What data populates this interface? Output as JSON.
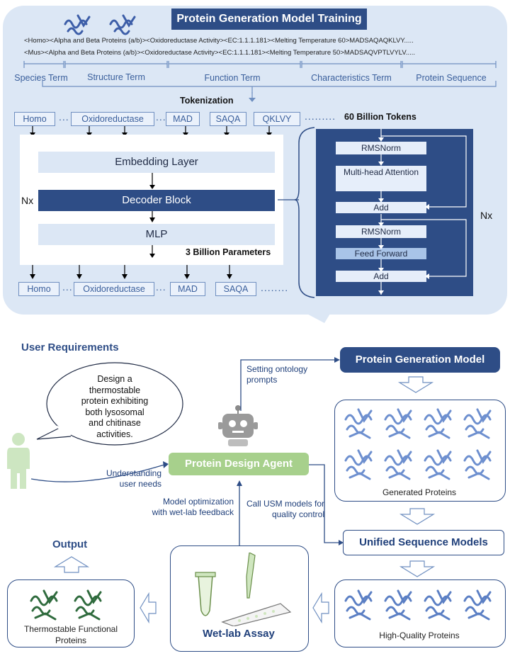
{
  "training": {
    "title": "Protein Generation Model Training",
    "seq_line1": "<Homo><Alpha and Beta Proteins (a/b)><Oxidoreductase Activity><EC:1.1.1.181><Melting Temperature 60>MADSAQAQKLVY.....",
    "seq_line2": "<Mus><Alpha and Beta Proteins (a/b)><Oxidoreductase Activity><EC:1.1.1.181><Melting Temperature 50>MADSAQVPTLVYLV.....",
    "terms": [
      "Species Term",
      "Structure Term",
      "Function Term",
      "Characteristics Term",
      "Protein Sequence"
    ],
    "tokenization_label": "Tokenization",
    "input_tokens": [
      "Homo",
      "Oxidoreductase",
      "MAD",
      "SAQA",
      "QKLVY"
    ],
    "output_tokens": [
      "Homo",
      "Oxidoreductase",
      "MAD",
      "SAQA"
    ],
    "ellipsis": "...",
    "ellipsis_long": ".........",
    "ellipsis_out": "........",
    "tokens_count": "60 Billion Tokens",
    "layers": {
      "embedding": "Embedding Layer",
      "decoder": "Decoder Block",
      "mlp": "MLP",
      "nx": "Nx",
      "params": "3 Billion Parameters"
    },
    "decoder_detail": {
      "rmsnorm1": "RMSNorm",
      "attention": "Multi-head Attention",
      "add1": "Add",
      "rmsnorm2": "RMSNorm",
      "feed_forward": "Feed Forward",
      "add2": "Add",
      "nx": "Nx"
    }
  },
  "workflow": {
    "user_requirements": "User Requirements",
    "speech": "Design a thermostable protein exhibiting both lysosomal and chitinase activities.",
    "understanding": "Understanding user needs",
    "agent": "Protein Design Agent",
    "setting_prompts": "Setting ontology prompts",
    "generation_model": "Protein Generation Model",
    "generated_caption": "Generated Proteins",
    "call_usm": "Call USM models for quality control",
    "usm": "Unified Sequence Models",
    "hq_caption": "High-Quality Proteins",
    "optimization": "Model optimization with wet-lab feedback",
    "wetlab": "Wet-lab Assay",
    "output": "Output",
    "output_caption": "Thermostable Functional Proteins"
  },
  "colors": {
    "navy": "#2e4d86",
    "light_blue": "#dce7f5",
    "green": "#a7d08c",
    "protein_blue": "#5b7fc4",
    "protein_green": "#2f6b3d"
  }
}
